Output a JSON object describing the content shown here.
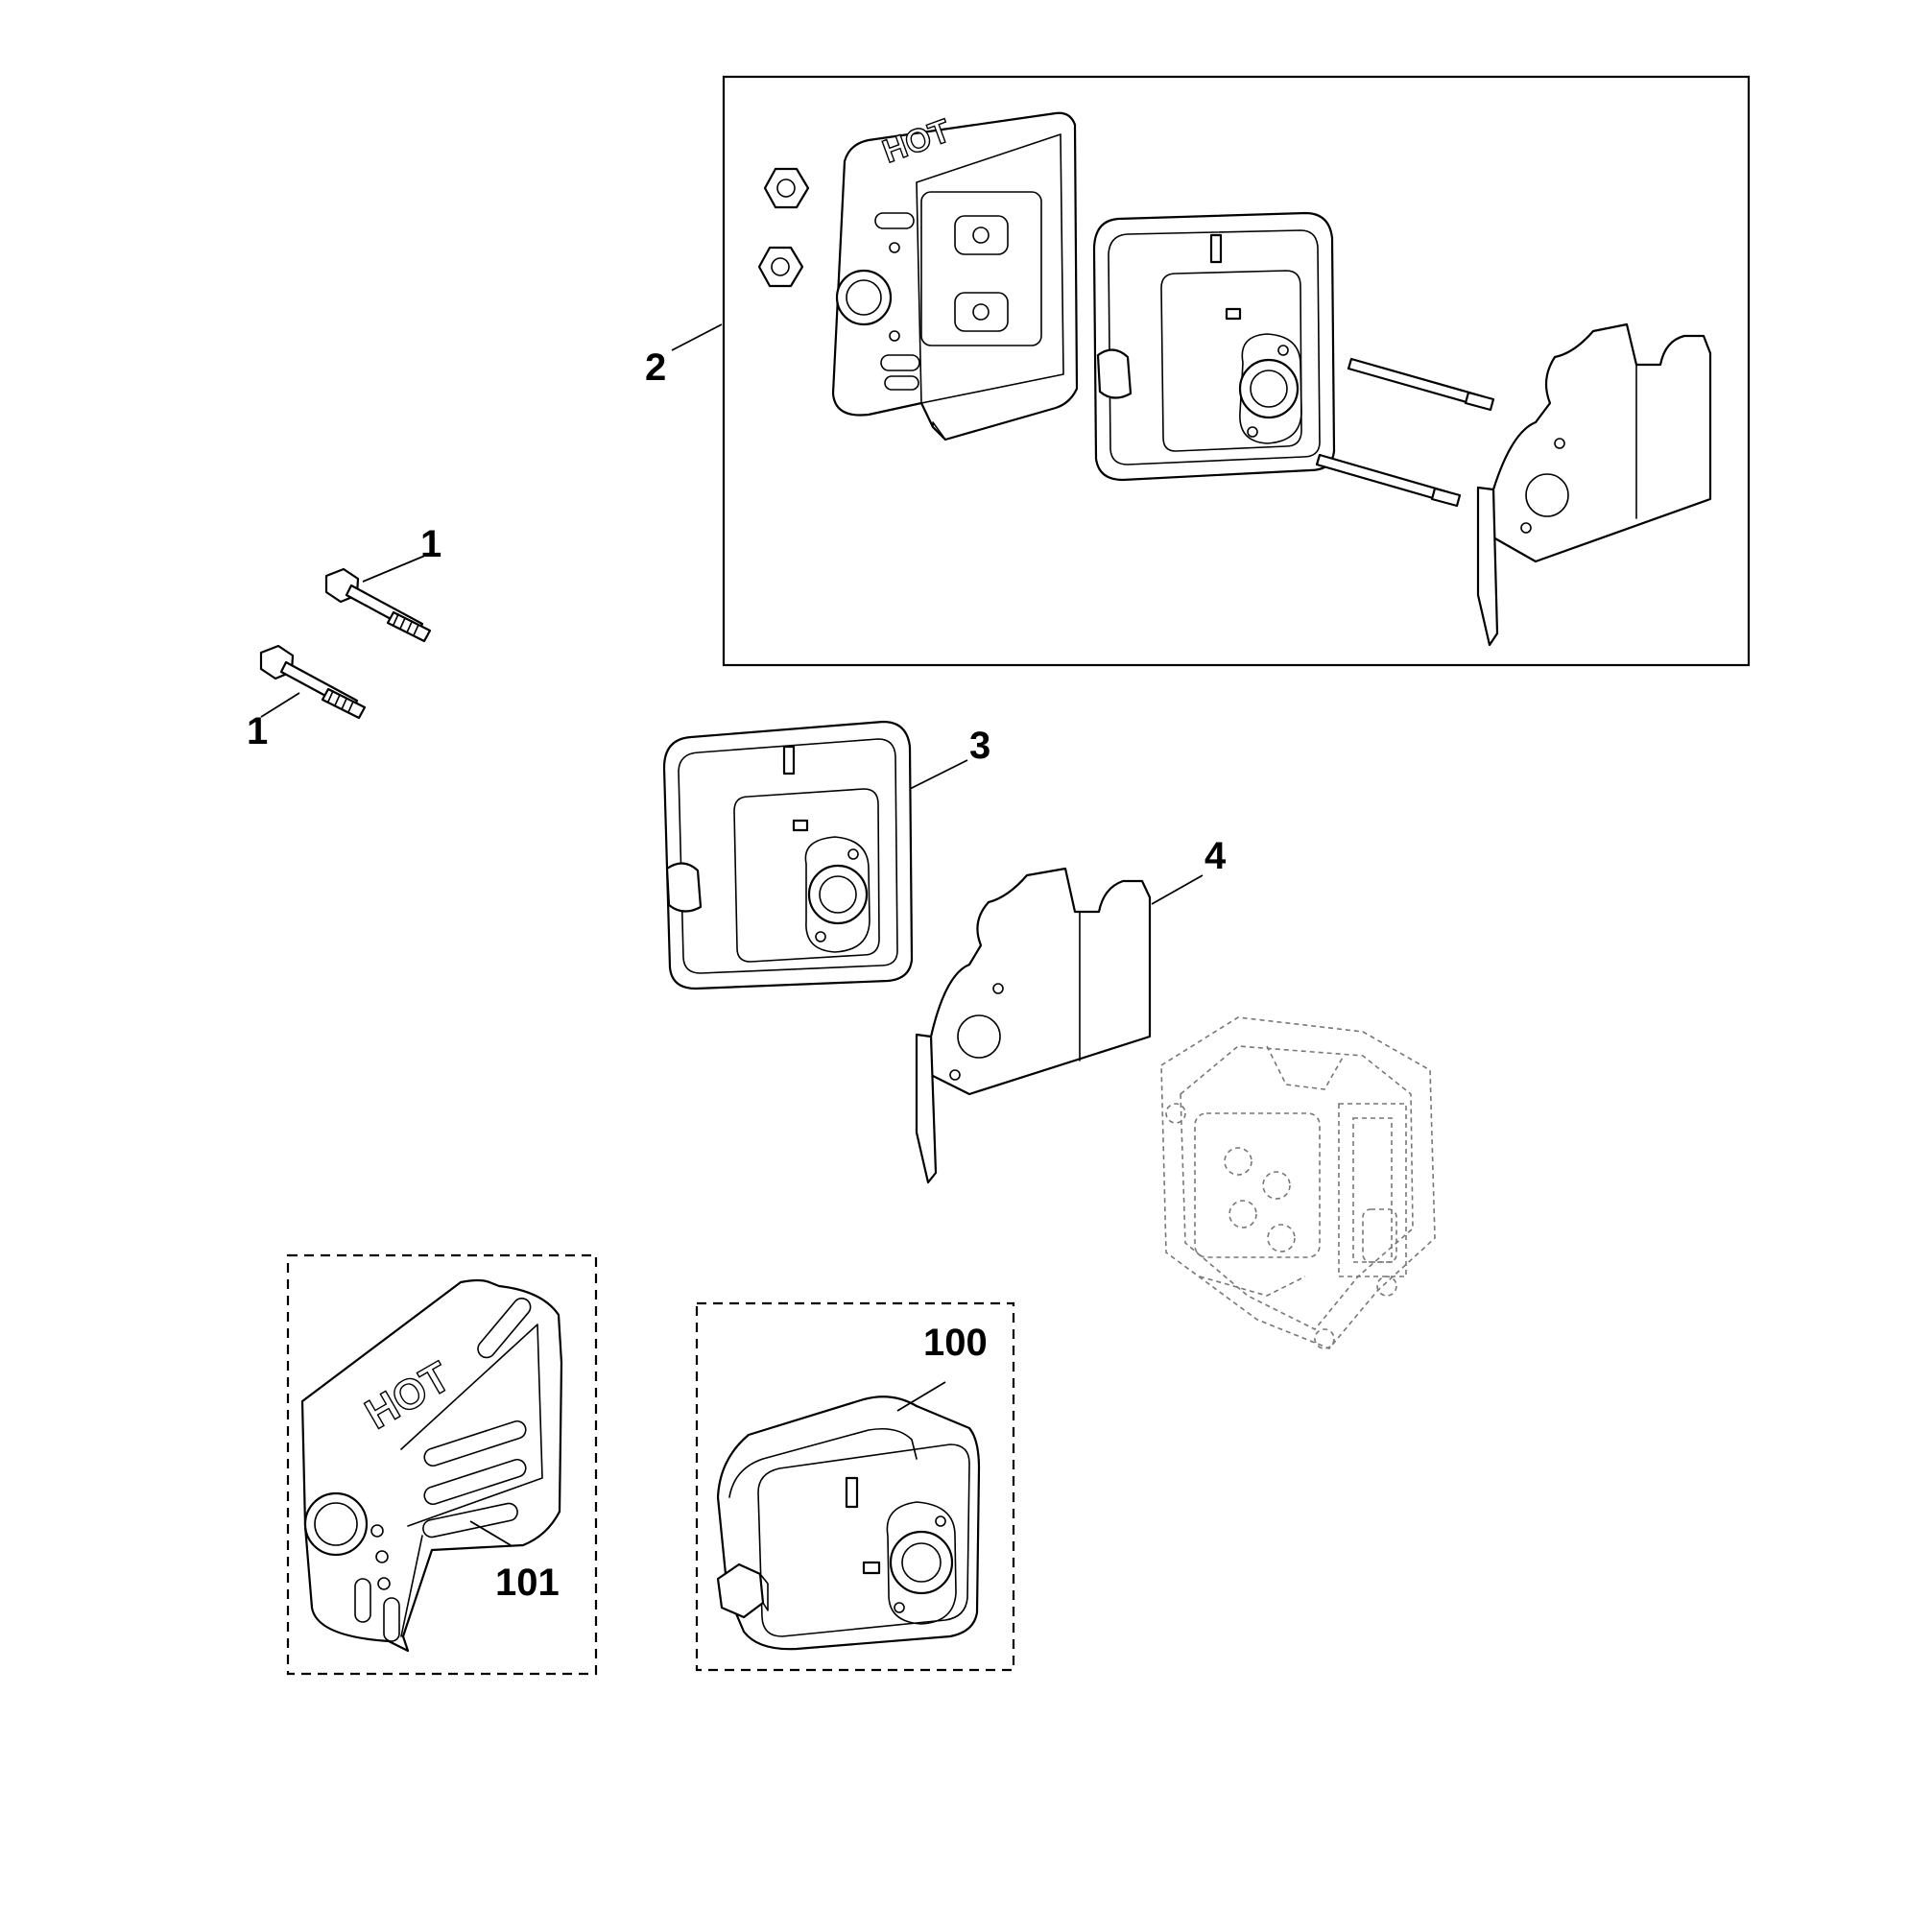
{
  "callouts": {
    "bolt_upper": "1",
    "bolt_lower": "1",
    "kit": "2",
    "muffler": "3",
    "heat_shield": "4",
    "muffler_option": "100",
    "guard_option": "101"
  },
  "parts": {
    "guard_marking": "HOT"
  }
}
